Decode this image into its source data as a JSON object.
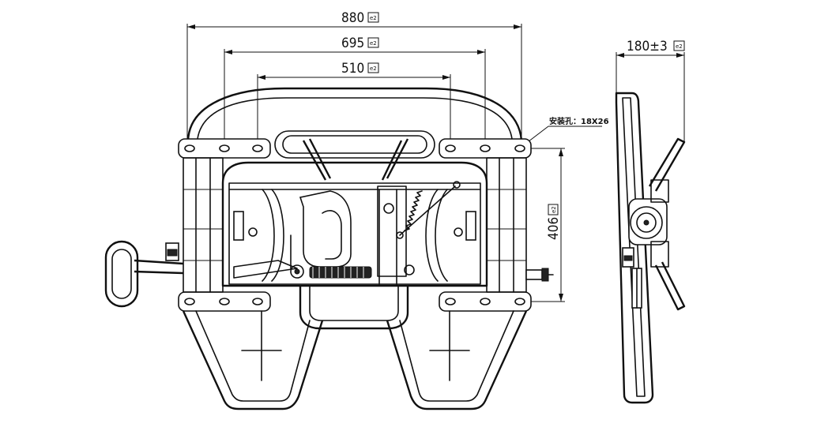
{
  "dimensions": {
    "width_880": "880",
    "width_695": "695",
    "width_510": "510",
    "height_406": "406",
    "thickness": "180±3",
    "tolerance_symbol": "e2"
  },
  "note": {
    "mounting_hole": "安装孔：18X26"
  }
}
